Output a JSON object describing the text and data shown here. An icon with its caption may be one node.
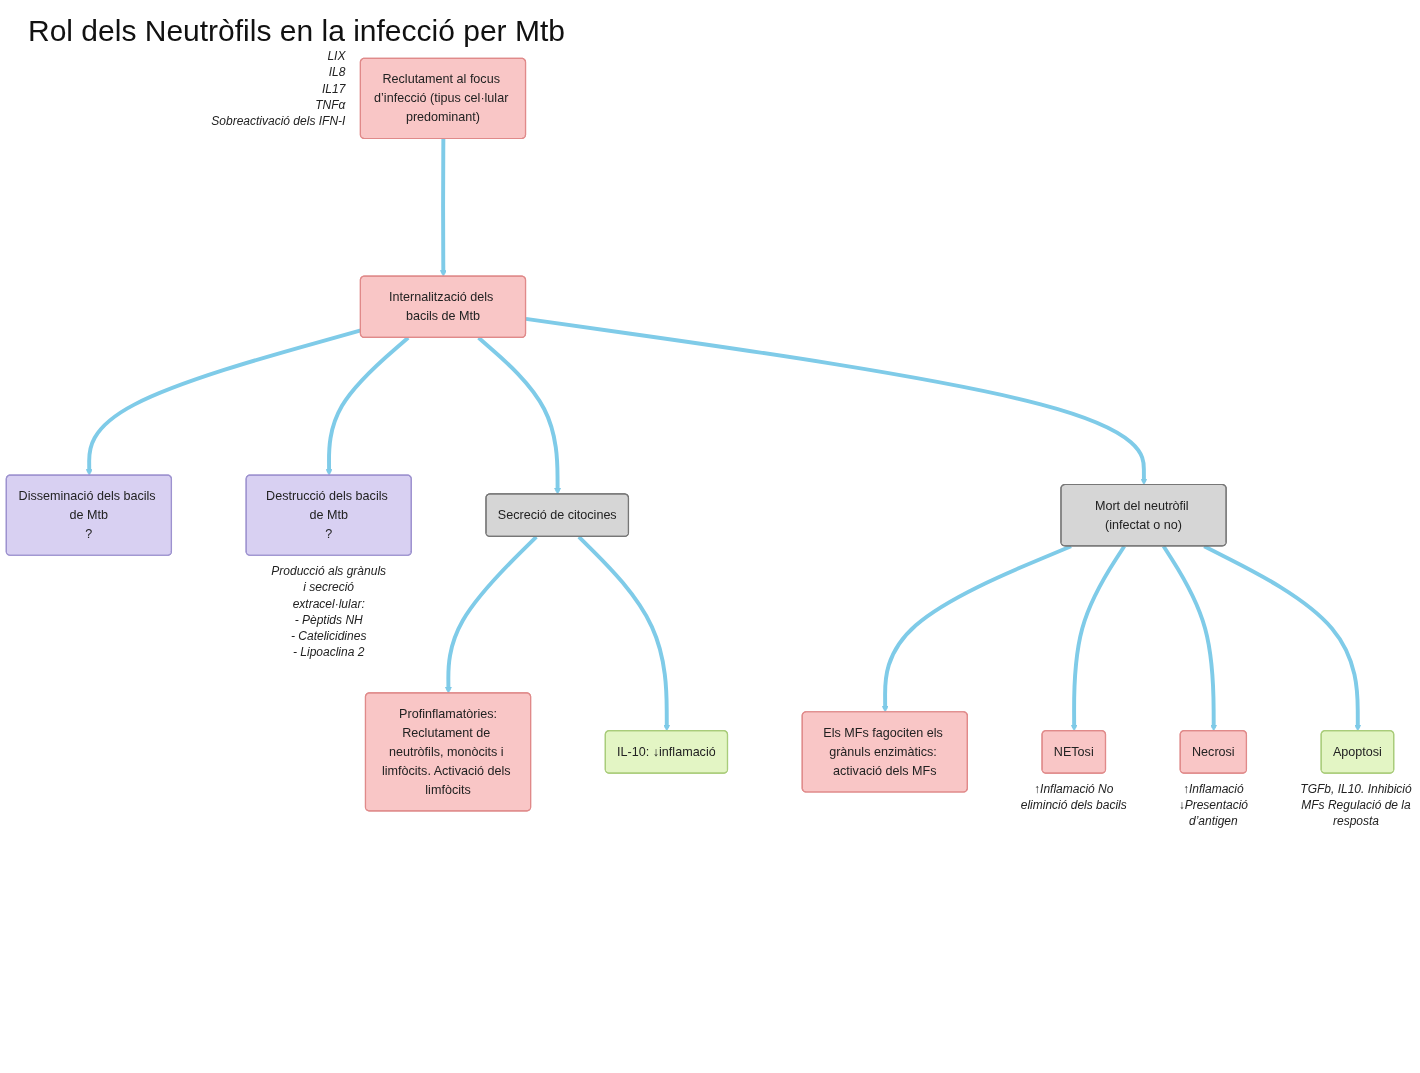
{
  "diagram": {
    "title": "Rol dels Neutròfils en la infecció per Mtb",
    "nodes": [
      {
        "text": [
          "Disseminació dels bacils de Mtb",
          "?"
        ]
      },
      {
        "text": [
          "Reclutament al focus d’infecció (tipus cel·lular predominant)"
        ],
        "beside": [
          "LIX",
          "IL8",
          "IL17",
          "TNFα",
          "Sobreactivació dels IFN-I"
        ]
      },
      {
        "text": [
          "Internalització dels bacils de Mtb"
        ]
      },
      {
        "text": [
          "Destrucció dels bacils de Mtb",
          "?"
        ],
        "beside": [
          "Producció als grànuls i secreció extracel·lular:",
          "- Pèptids NH",
          "- Catelicidines",
          "- Lipoaclina 2"
        ]
      },
      {
        "text": [
          "Secreció de citocines"
        ]
      },
      {
        "text": [
          "Profinflamatòries:",
          "Reclutament de neutròfils, monòcits i limfòcits. Activació dels limfòcits"
        ]
      },
      {
        "text": [
          "IL-10: ↓inflamació"
        ]
      },
      {
        "text": [
          "Mort del neutròfil (infectat o no)"
        ]
      },
      {
        "text": [
          "Els MFs fagociten els grànuls enzimàtics: activació dels MFs"
        ]
      },
      {
        "text": [
          "NETosi"
        ],
        "beside": [
          "↑Inflamació No eliminció dels bacils"
        ]
      },
      {
        "text": [
          "Necrosi"
        ],
        "beside": [
          "↑Inflamació ↓Presentació d’antigen"
        ]
      },
      {
        "text": [
          "Apoptosi"
        ],
        "beside": [
          "TGFb, IL10. Inhibició MFs Regulació de la resposta"
        ]
      }
    ],
    "edges": [
      {
        "from": 1,
        "to": 2,
        "arrow": "to"
      },
      {
        "from": 2,
        "to": 0,
        "arrow": "to"
      },
      {
        "from": 2,
        "to": 3,
        "arrow": "to"
      },
      {
        "from": 2,
        "to": 4,
        "arrow": "to"
      },
      {
        "from": 2,
        "to": 7,
        "arrow": "to"
      },
      {
        "from": 4,
        "to": 5,
        "arrow": "to"
      },
      {
        "from": 4,
        "to": 6,
        "arrow": "to"
      },
      {
        "from": 7,
        "to": 8,
        "arrow": "to"
      },
      {
        "from": 7,
        "to": 9,
        "arrow": "to"
      },
      {
        "from": 7,
        "to": 10,
        "arrow": "to"
      },
      {
        "from": 7,
        "to": 11,
        "arrow": "to"
      }
    ]
  }
}
